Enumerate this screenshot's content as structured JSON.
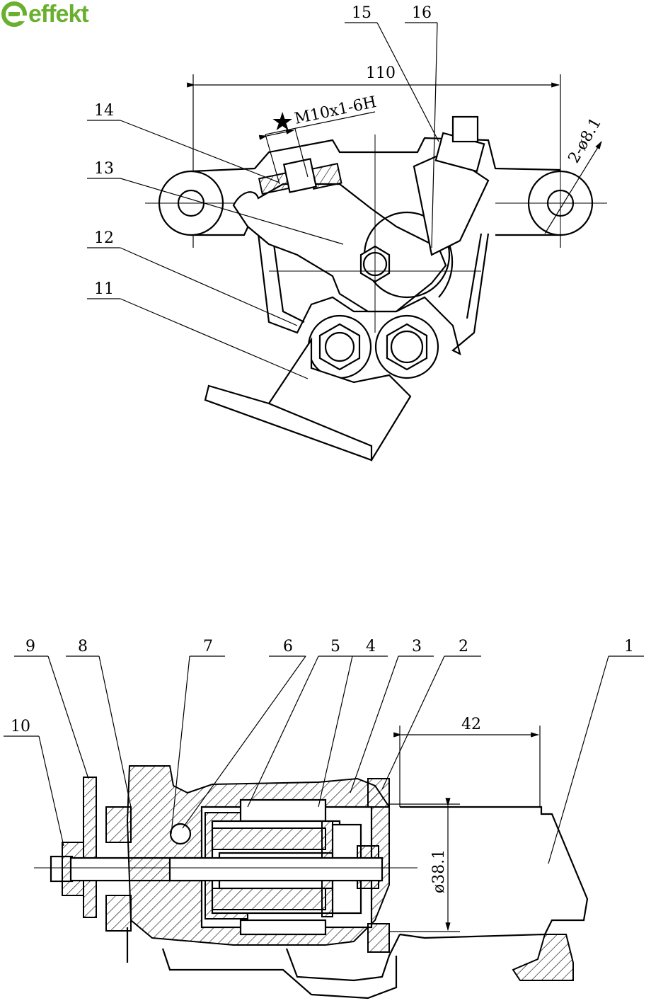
{
  "logo": {
    "text": "effekt",
    "color": "#6ab02e"
  },
  "top_view": {
    "part_labels": [
      "11",
      "12",
      "13",
      "14",
      "15",
      "16"
    ],
    "dimension_width": "110",
    "dimension_holes": "2-ø8.1",
    "thread_note": "M10x1-6H"
  },
  "section_view": {
    "part_labels": [
      "1",
      "2",
      "3",
      "4",
      "5",
      "6",
      "7",
      "8",
      "9",
      "10"
    ],
    "dimension_length": "42",
    "dimension_diameter": "ø38.1"
  }
}
